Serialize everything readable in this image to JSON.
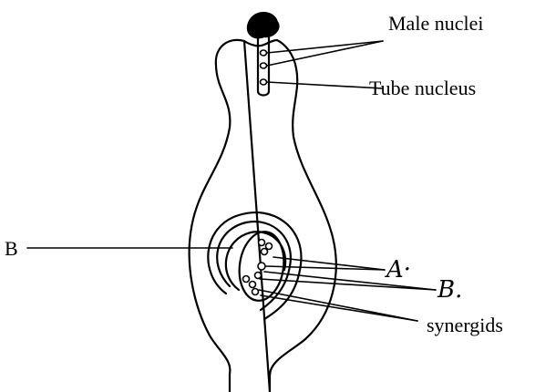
{
  "labels": {
    "male_nuclei": "Male nuclei",
    "tube_nucleus": "Tube nucleus",
    "b_printed": "B",
    "a_handwritten": "A·",
    "b_handwritten": "B.",
    "synergids": "synergids"
  }
}
